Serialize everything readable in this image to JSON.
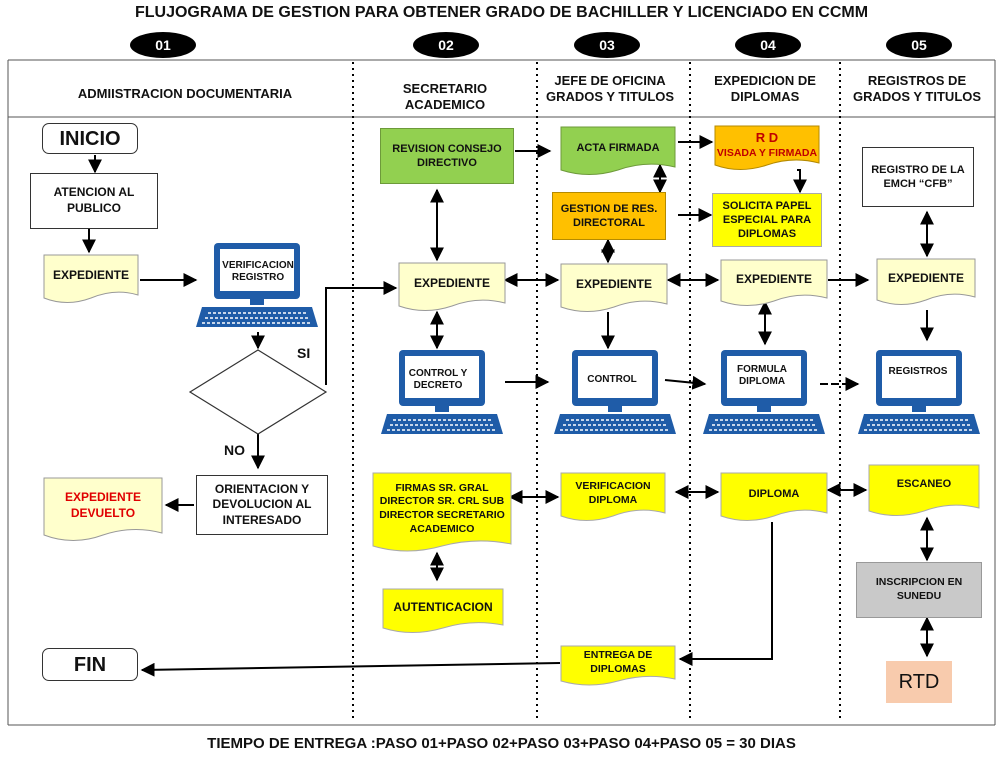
{
  "title": "FLUJOGRAMA DE GESTION PARA OBTENER GRADO DE BACHILLER Y LICENCIADO EN CCMM",
  "steps": [
    "01",
    "02",
    "03",
    "04",
    "05"
  ],
  "columns": [
    "ADMIISTRACION DOCUMENTARIA",
    "SECRETARIO ACADEMICO",
    "JEFE DE OFICINA GRADOS  Y TITULOS",
    "EXPEDICION  DE DIPLOMAS",
    "REGISTROS DE GRADOS Y TITULOS"
  ],
  "col1": {
    "inicio": "INICIO",
    "atencion": "ATENCION AL PUBLICO",
    "expediente": "EXPEDIENTE",
    "verificacion": "VERIFICACION REGISTRO",
    "si": "SI",
    "no": "NO",
    "orientacion": "ORIENTACION Y DEVOLUCION AL INTERESADO",
    "devuelto": "EXPEDIENTE DEVUELTO",
    "fin": "FIN"
  },
  "col2": {
    "revision": "REVISION CONSEJO DIRECTIVO",
    "expediente": "EXPEDIENTE",
    "control_decreto": "CONTROL Y DECRETO",
    "firmas": "FIRMAS SR. GRAL DIRECTOR SR. CRL SUB DIRECTOR SECRETARIO ACADEMICO",
    "autenticacion": "AUTENTICACION"
  },
  "col3": {
    "acta": "ACTA FIRMADA",
    "gestion": "GESTION DE RES. DIRECTORAL",
    "expediente": "EXPEDIENTE",
    "control": "CONTROL",
    "verificacion": "VERIFICACION DIPLOMA",
    "entrega": "ENTREGA DE DIPLOMAS"
  },
  "col4": {
    "rd": "R D",
    "rd_sub": "VISADA Y FIRMADA",
    "solicita": "SOLICITA PAPEL ESPECIAL PARA DIPLOMAS",
    "expediente": "EXPEDIENTE",
    "formula": "FORMULA DIPLOMA",
    "diploma": "DIPLOMA"
  },
  "col5": {
    "registro_emch": "REGISTRO DE LA EMCH “CFB”",
    "expediente": "EXPEDIENTE",
    "registros": "REGISTROS",
    "escaneo": "ESCANEO",
    "inscripcion": "INSCRIPCION EN SUNEDU",
    "rtd": "RTD"
  },
  "footer": "TIEMPO DE ENTREGA :PASO 01+PASO 02+PASO 03+PASO 04+PASO 05 = 30 DIAS",
  "colors": {
    "yellow": "#ffff00",
    "doc_pale": "#ffffcc",
    "green": "#92d050",
    "orange": "#ffc000",
    "gray": "#c9c9c9",
    "salmon": "#f8cbad",
    "monitor_blue": "#1f5ca8",
    "red_text": "#e00000"
  }
}
